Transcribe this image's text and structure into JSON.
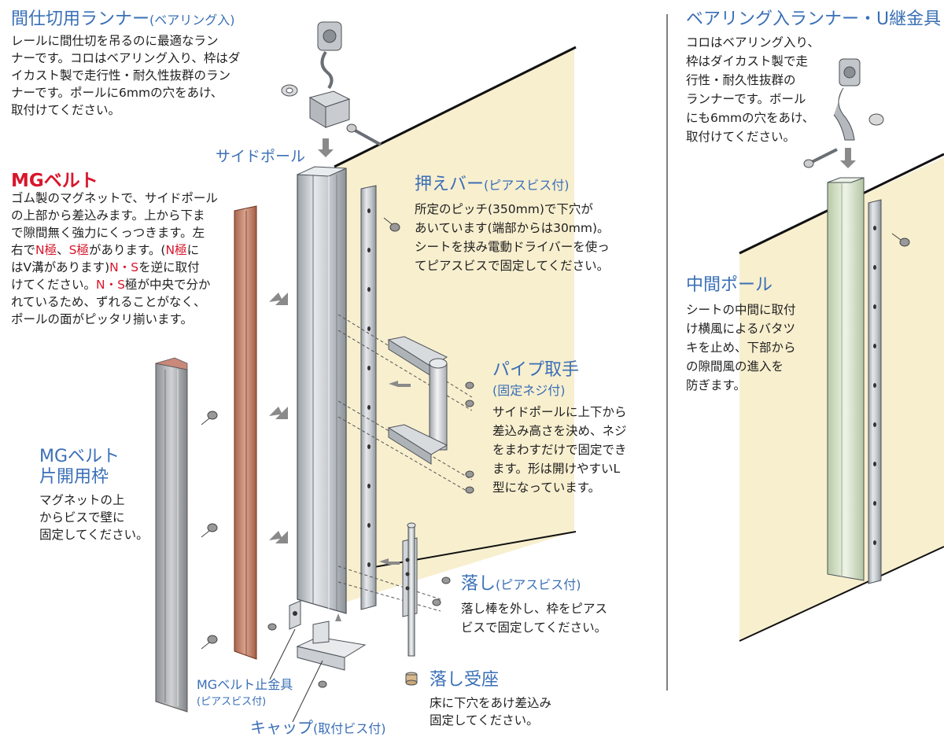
{
  "left_top": {
    "title_main": "間仕切用ランナー",
    "title_sub": "(ベアリング入)",
    "lines": [
      "レールに間仕切を吊るのに最適なラン",
      "ナーです。コロはベアリング入り、枠はダ",
      "イカスト製で走行性・耐久性抜群のラン",
      "ナーです。ポールに6mmの穴をあけ、",
      "取付けてください。"
    ]
  },
  "side_pole": {
    "label": "サイドポール"
  },
  "mg_belt": {
    "title": "MGベルト",
    "line1": "ゴム製のマグネットで、サイドポール",
    "line2": "の上部から差込みます。上から下ま",
    "line3": "で隙間無く強力にくっつきます。左",
    "line4_a": "右で",
    "line4_n": "N極",
    "line4_sep": "、",
    "line4_s": "S極",
    "line4_b": "があります。(",
    "line4_n2": "N極",
    "line4_c": "に",
    "line5_a": "はV溝があります)",
    "line5_ns": "N・S",
    "line5_b": "を逆に取付",
    "line6_a": "けてください。",
    "line6_ns": "N・S",
    "line6_b": "極が中央で分か",
    "line7": "れているため、ずれることがなく、",
    "line8": "ポールの面がピッタリ揃います。"
  },
  "mg_frame": {
    "title1": "MGベルト",
    "title2": "片開用枠",
    "lines": [
      "マグネットの上",
      "からビスで壁に",
      "固定してください。"
    ]
  },
  "press_bar": {
    "title_main": "押えバー",
    "title_sub": "(ピアスビス付)",
    "lines": [
      "所定のピッチ(350mm)で下穴が",
      "あいています(端部からは30mm)。",
      "シートを挟み電動ドライバーを使っ",
      "てピアスビスで固定してください。"
    ]
  },
  "pipe_handle": {
    "title1": "パイプ取手",
    "title2": "(固定ネジ付)",
    "lines": [
      "サイドポールに上下から",
      "差込み高さを決め、ネジ",
      "をまわすだけで固定でき",
      "ます。形は開けやすいL",
      "型になっています。"
    ]
  },
  "drop_bolt": {
    "title_main": "落し",
    "title_sub": "(ピアスビス付)",
    "lines": [
      "落し棒を外し、枠をピアス",
      "ビスで固定してください。"
    ]
  },
  "drop_seat": {
    "title": "落し受座",
    "lines": [
      "床に下穴をあけ差込み",
      "固定してください。"
    ]
  },
  "mg_stop": {
    "line1": "MGベルト止金具",
    "line2": "(ピアスビス付)"
  },
  "cap": {
    "title_main": "キャップ",
    "title_sub": "(取付ビス付)"
  },
  "right_top": {
    "title": "ベアリング入ランナー・U継金具",
    "lines": [
      "コロはベアリング入り、",
      "枠はダイカスト製で走",
      "行性・耐久性抜群の",
      "ランナーです。ボール",
      "にも6mmの穴をあけ、",
      "取付けてください。"
    ]
  },
  "mid_pole": {
    "title": "中間ポール",
    "lines": [
      "シートの中間に取付",
      "け横風によるバタツ",
      "キを止め、下部から",
      "の隙間風の進入を",
      "防ぎます。"
    ]
  },
  "colors": {
    "accent_blue": "#3a6fb6",
    "red": "#d9162b",
    "sheet": "#f8efcf",
    "pole": "#cfd4d9",
    "belt": "#c98e76",
    "mid_pole": "#dfe9d3"
  }
}
